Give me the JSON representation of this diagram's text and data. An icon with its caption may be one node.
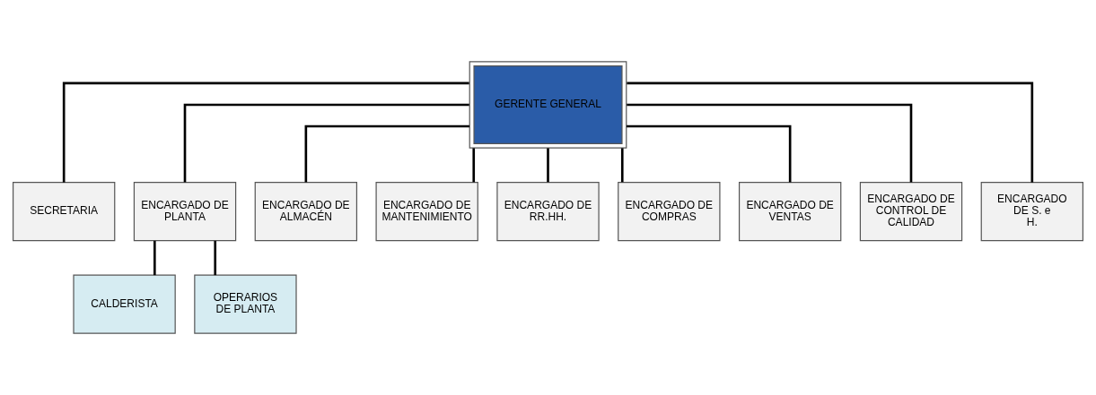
{
  "diagram": {
    "nodes": [
      {
        "text": [
          "GERENTE GENERAL"
        ]
      },
      {
        "text": [
          "SECRETARIA"
        ]
      },
      {
        "text": [
          "ENCARGADO DE PLANTA"
        ]
      },
      {
        "text": [
          "ENCARGADO DE ALMACÉN"
        ]
      },
      {
        "text": [
          "ENCARGADO DE MANTENIMIENTO"
        ]
      },
      {
        "text": [
          "ENCARGADO DE RR.HH."
        ]
      },
      {
        "text": [
          "ENCARGADO DE COMPRAS"
        ]
      },
      {
        "text": [
          "ENCARGADO DE VENTAS"
        ]
      },
      {
        "text": [
          "ENCARGADO DE CONTROL DE CALIDAD"
        ]
      },
      {
        "text": [
          "ENCARGADO DE S. e H."
        ]
      },
      {
        "text": [
          "CALDERISTA"
        ]
      },
      {
        "text": [
          "OPERARIOS DE PLANTA"
        ]
      }
    ],
    "edges": [
      {
        "from": 0,
        "to": 1,
        "arrow": "none"
      },
      {
        "from": 0,
        "to": 2,
        "arrow": "none"
      },
      {
        "from": 0,
        "to": 3,
        "arrow": "none"
      },
      {
        "from": 0,
        "to": 4,
        "arrow": "none"
      },
      {
        "from": 0,
        "to": 5,
        "arrow": "none"
      },
      {
        "from": 0,
        "to": 6,
        "arrow": "none"
      },
      {
        "from": 0,
        "to": 7,
        "arrow": "none"
      },
      {
        "from": 0,
        "to": 8,
        "arrow": "none"
      },
      {
        "from": 0,
        "to": 9,
        "arrow": "none"
      },
      {
        "from": 2,
        "to": 10,
        "arrow": "none"
      },
      {
        "from": 2,
        "to": 11,
        "arrow": "none"
      }
    ]
  }
}
